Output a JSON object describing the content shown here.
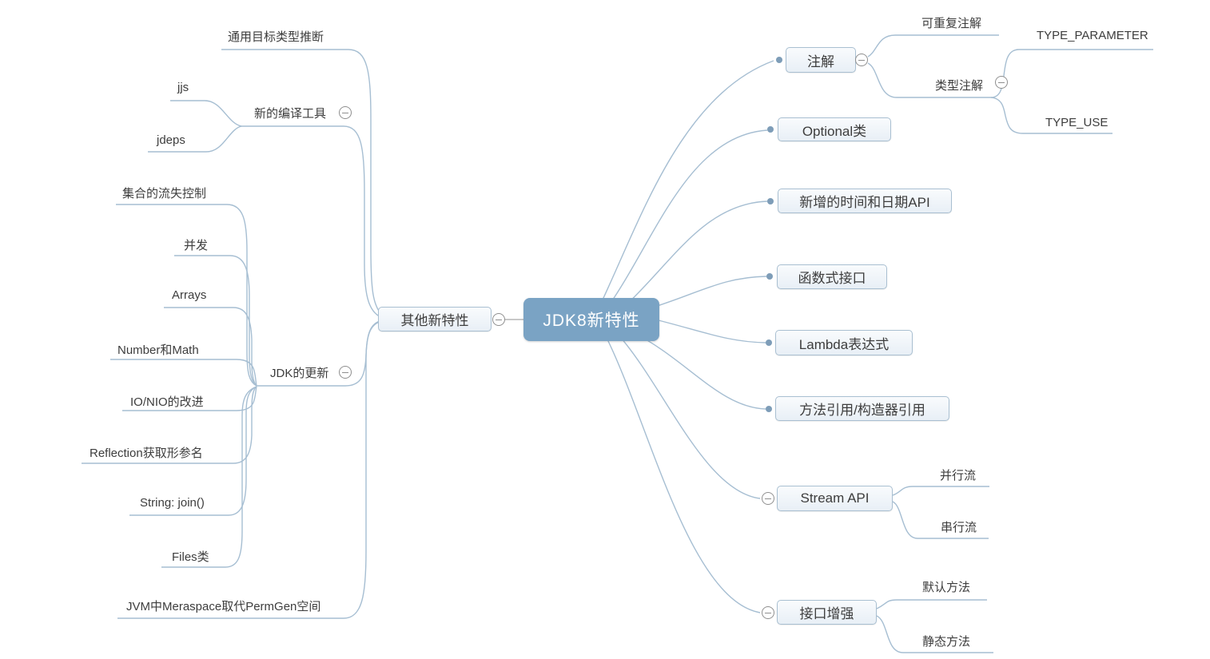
{
  "mindmap": {
    "root": {
      "label": "JDK8新特性"
    },
    "left": {
      "topic": {
        "label": "其他新特性"
      },
      "children": [
        {
          "label": "通用目标类型推断"
        },
        {
          "label": "新的编译工具",
          "children": [
            {
              "label": "jjs"
            },
            {
              "label": "jdeps"
            }
          ]
        },
        {
          "label": "JDK的更新",
          "children": [
            {
              "label": "集合的流失控制"
            },
            {
              "label": "并发"
            },
            {
              "label": "Arrays"
            },
            {
              "label": "Number和Math"
            },
            {
              "label": "IO/NIO的改进"
            },
            {
              "label": "Reflection获取形参名"
            },
            {
              "label": "String: join()"
            },
            {
              "label": "Files类"
            }
          ]
        },
        {
          "label": "JVM中Meraspace取代PermGen空间"
        }
      ]
    },
    "right": {
      "topics": [
        {
          "label": "注解",
          "children": [
            {
              "label": "可重复注解"
            },
            {
              "label": "类型注解",
              "children": [
                {
                  "label": "TYPE_PARAMETER"
                },
                {
                  "label": "TYPE_USE"
                }
              ]
            }
          ]
        },
        {
          "label": "Optional类"
        },
        {
          "label": "新增的时间和日期API"
        },
        {
          "label": "函数式接口"
        },
        {
          "label": "Lambda表达式"
        },
        {
          "label": "方法引用/构造器引用"
        },
        {
          "label": "Stream API",
          "children": [
            {
              "label": "并行流"
            },
            {
              "label": "串行流"
            }
          ]
        },
        {
          "label": "接口增强",
          "children": [
            {
              "label": "默认方法"
            },
            {
              "label": "静态方法"
            }
          ]
        }
      ]
    },
    "colors": {
      "central_fill": "#7aa3c4",
      "central_text": "#ffffff",
      "branch_line": "#a6bed2",
      "box_border": "#a9bfd1",
      "box_fill": "#eef3f8",
      "text": "#3d3d3d",
      "collapse_stroke": "#8f8f8f",
      "connection_dot": "#7e9db8"
    }
  }
}
